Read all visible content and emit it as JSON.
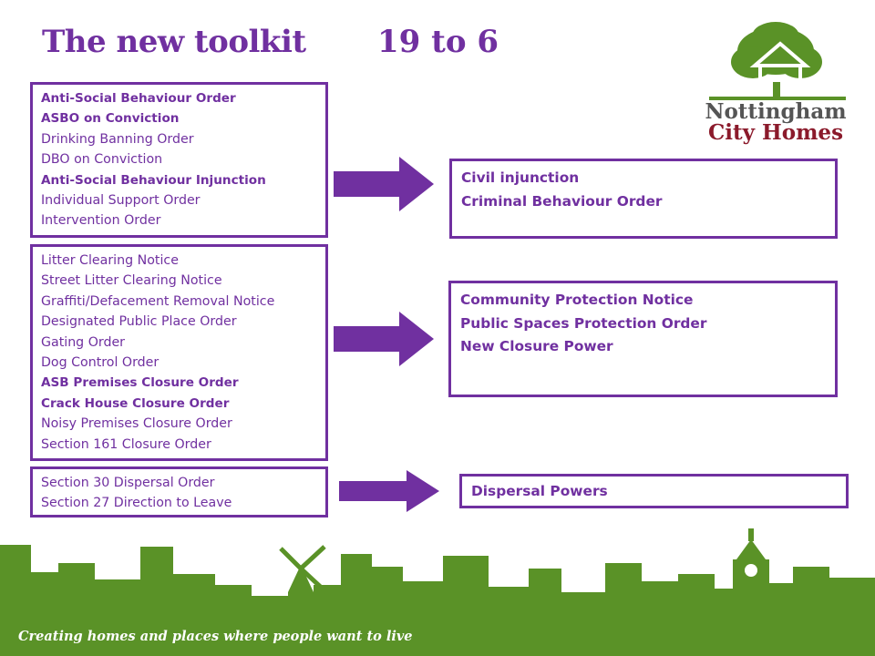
{
  "title": "The new toolkit",
  "subtitle": "19 to 6",
  "logo": {
    "line1": "Nottingham",
    "line2": "City Homes"
  },
  "colors": {
    "purple": "#7030a0",
    "green": "#5a9227",
    "logo_red": "#8b1a2b",
    "logo_gray": "#555555"
  },
  "groups": [
    {
      "old_items": [
        {
          "label": "Anti-Social Behaviour Order",
          "bold": true
        },
        {
          "label": "ASBO on Conviction",
          "bold": true
        },
        {
          "label": "Drinking Banning Order",
          "bold": false
        },
        {
          "label": "DBO on Conviction",
          "bold": false
        },
        {
          "label": "Anti-Social Behaviour Injunction",
          "bold": true
        },
        {
          "label": "Individual Support Order",
          "bold": false
        },
        {
          "label": "Intervention Order",
          "bold": false
        }
      ],
      "new_items": [
        "Civil injunction",
        "Criminal Behaviour Order"
      ]
    },
    {
      "old_items": [
        {
          "label": "Litter Clearing Notice",
          "bold": false
        },
        {
          "label": "Street Litter Clearing Notice",
          "bold": false
        },
        {
          "label": "Graffiti/Defacement Removal Notice",
          "bold": false
        },
        {
          "label": "Designated Public Place Order",
          "bold": false
        },
        {
          "label": "Gating Order",
          "bold": false
        },
        {
          "label": "Dog Control Order",
          "bold": false
        },
        {
          "label": "ASB Premises Closure Order",
          "bold": true
        },
        {
          "label": "Crack House Closure Order",
          "bold": true
        },
        {
          "label": "Noisy Premises Closure Order",
          "bold": false
        },
        {
          "label": "Section 161 Closure Order",
          "bold": false
        }
      ],
      "new_items": [
        "Community Protection Notice",
        "Public Spaces Protection Order",
        "New Closure Power"
      ]
    },
    {
      "old_items": [
        {
          "label": "Section 30 Dispersal Order",
          "bold": false
        },
        {
          "label": "Section 27 Direction to Leave",
          "bold": false
        }
      ],
      "new_items": [
        "Dispersal Powers"
      ]
    }
  ],
  "footer": {
    "tagline": "Creating homes and places where people want to live"
  }
}
